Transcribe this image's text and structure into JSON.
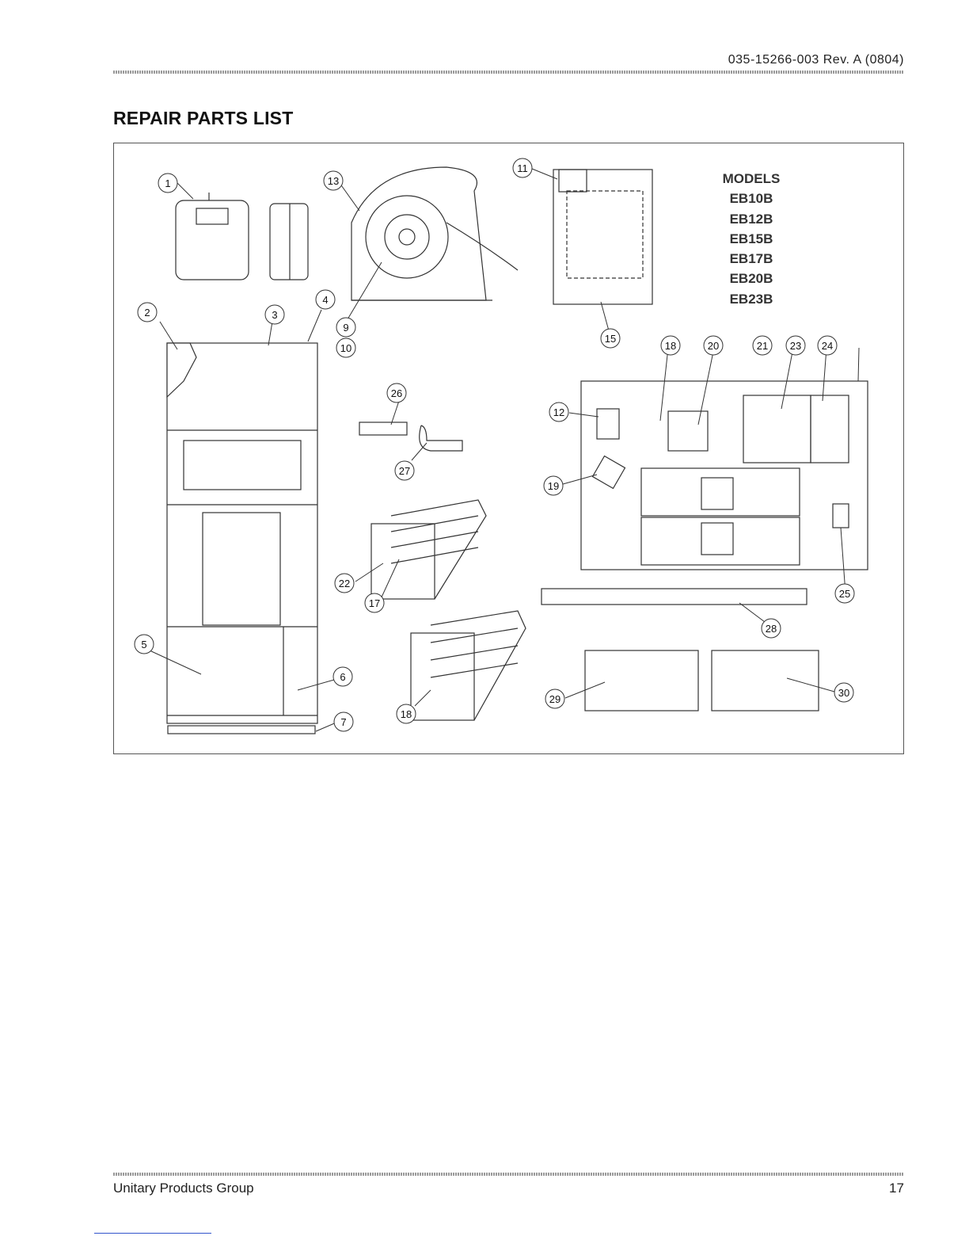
{
  "header": {
    "doc_number": "035-15266-003 Rev. A (0804)"
  },
  "title": "REPAIR PARTS LIST",
  "models": {
    "heading": "MODELS",
    "items": [
      "EB10B",
      "EB12B",
      "EB15B",
      "EB17B",
      "EB20B",
      "EB23B"
    ]
  },
  "callouts": [
    "1",
    "2",
    "3",
    "4",
    "5",
    "6",
    "7",
    "9",
    "10",
    "11",
    "12",
    "13",
    "15",
    "17",
    "18",
    "18",
    "19",
    "20",
    "21",
    "22",
    "23",
    "24",
    "25",
    "26",
    "27",
    "28",
    "29",
    "30"
  ],
  "footer": {
    "company": "Unitary Products Group",
    "page_number": "17"
  }
}
